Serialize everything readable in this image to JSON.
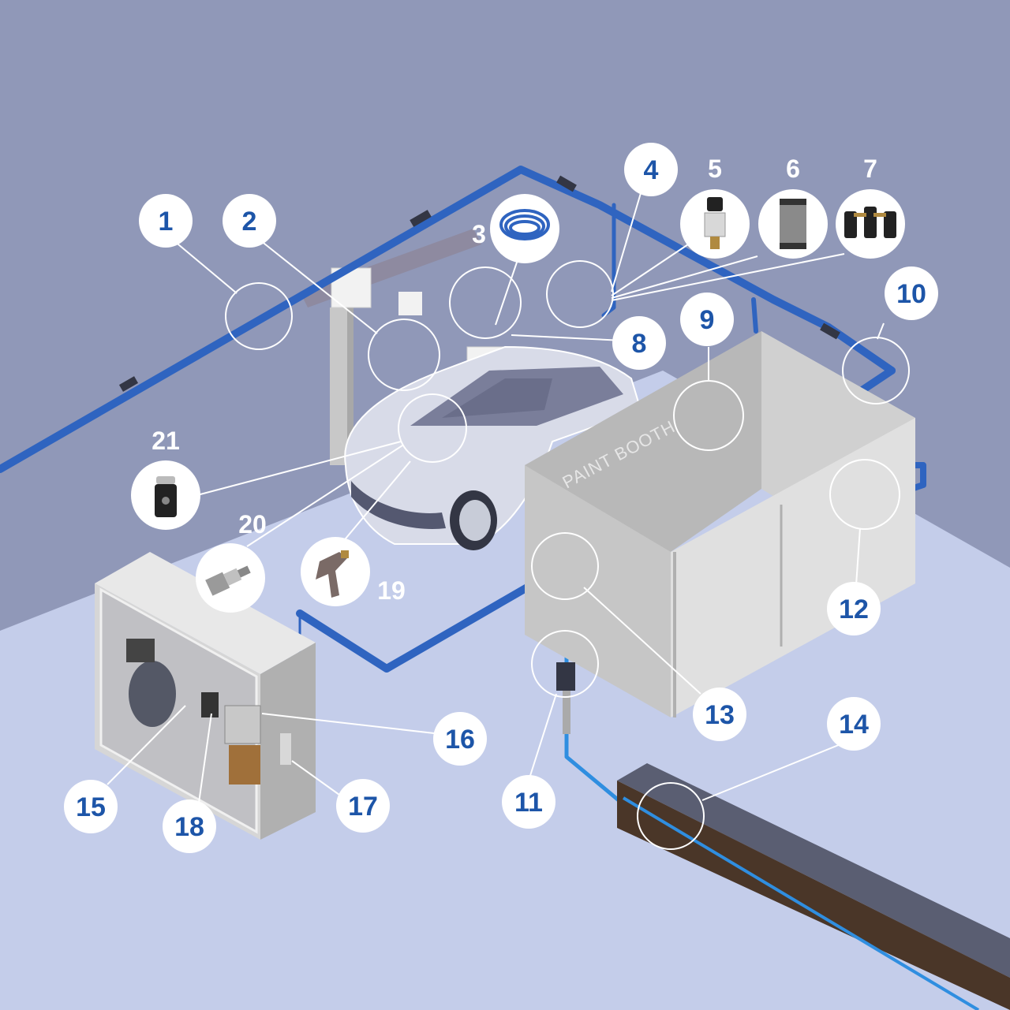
{
  "colors": {
    "wall": "#9098b8",
    "floor": "#c4cdea",
    "pipe": "#2f64c0",
    "pipe_dark": "#1d4aa0",
    "callout_number": "#1d55a8",
    "booth": "#c8c8c8",
    "ground": "#4a3628"
  },
  "booth_label": "PAINT BOOTH",
  "callouts": [
    {
      "num": "1",
      "icon": "pipe-coupling-icon"
    },
    {
      "num": "2",
      "icon": "hose-reel-icon"
    },
    {
      "num": "3",
      "icon": "coiled-hose-icon"
    },
    {
      "num": "4",
      "icon": "drop-leg-icon"
    },
    {
      "num": "5",
      "icon": "filter-regulator-icon"
    },
    {
      "num": "6",
      "icon": "filter-cartridge-icon"
    },
    {
      "num": "7",
      "icon": "filter-set-icon"
    },
    {
      "num": "8",
      "icon": "wall-panel-icon"
    },
    {
      "num": "9",
      "icon": "regulator-icon"
    },
    {
      "num": "10",
      "icon": "elbow-fitting-icon"
    },
    {
      "num": "11",
      "icon": "drain-valve-icon"
    },
    {
      "num": "12",
      "icon": "gauge-panel-icon"
    },
    {
      "num": "13",
      "icon": "tee-fitting-icon"
    },
    {
      "num": "14",
      "icon": "underground-pipe-icon"
    },
    {
      "num": "15",
      "icon": "compressor-tank-icon"
    },
    {
      "num": "16",
      "icon": "air-dryer-icon"
    },
    {
      "num": "17",
      "icon": "drain-filter-icon"
    },
    {
      "num": "18",
      "icon": "line-filter-icon"
    },
    {
      "num": "19",
      "icon": "spray-gun-icon"
    },
    {
      "num": "20",
      "icon": "quick-coupler-icon"
    },
    {
      "num": "21",
      "icon": "nozzle-icon"
    }
  ]
}
